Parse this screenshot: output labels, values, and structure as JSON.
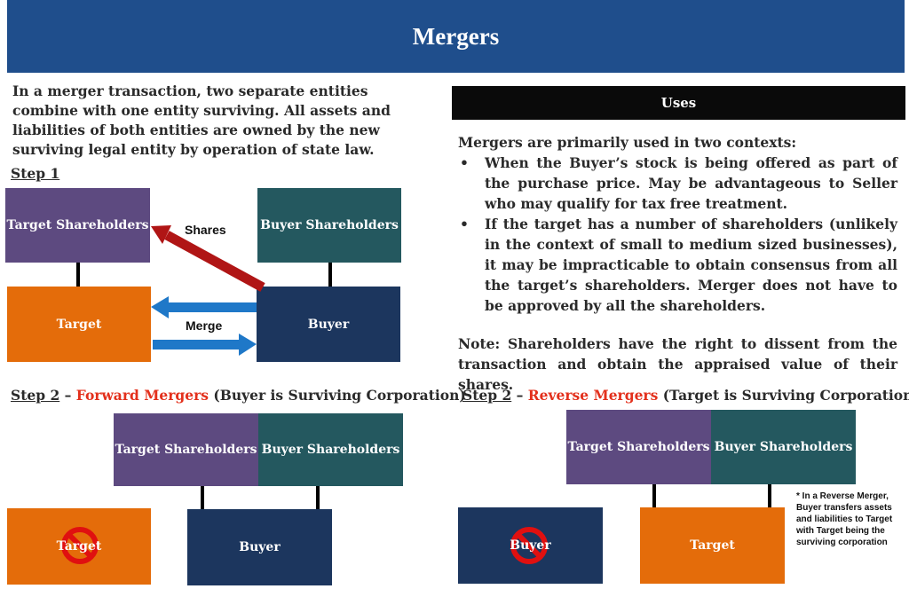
{
  "title": "Mergers",
  "intro": "In a merger transaction, two separate entities combine with one entity surviving. All assets and liabilities of both entities are owned by the new surviving legal entity by operation of state law.",
  "step1": {
    "label": "Step 1",
    "target_shareholders": "Target Shareholders",
    "buyer_shareholders": "Buyer Shareholders",
    "target": "Target",
    "buyer": "Buyer",
    "shares_label": "Shares",
    "merge_label": "Merge",
    "colors": {
      "shares_arrow": "#b01515",
      "merge_arrow": "#1f78c8"
    }
  },
  "step2_forward": {
    "step": "Step 2",
    "dash": " – ",
    "highlight": "Forward Mergers",
    "rest": " (Buyer is Surviving Corporation)",
    "target_shareholders": "Target Shareholders",
    "buyer_shareholders": "Buyer Shareholders",
    "target": "Target",
    "buyer": "Buyer",
    "eliminated_icon": "no-symbol-icon"
  },
  "step2_reverse": {
    "step": "Step 2",
    "dash": " – ",
    "highlight": "Reverse Mergers",
    "rest": " (Target is Surviving Corporation)",
    "target_shareholders": "Target Shareholders",
    "buyer_shareholders": "Buyer Shareholders",
    "target": "Target",
    "buyer": "Buyer",
    "eliminated_icon": "no-symbol-icon",
    "footnote": "* In a Reverse Merger, Buyer transfers assets and liabilities to Target with Target being the surviving corporation"
  },
  "uses": {
    "heading": "Uses",
    "lead": "Mergers are primarily used in two contexts:",
    "bullets": [
      "When the Buyer’s stock is being offered as part of the purchase price. May be advantageous to Seller who may qualify for tax free treatment.",
      "If the target has a number of shareholders (unlikely in the context of small to medium sized businesses), it may be impracticable to obtain consensus from all the target’s shareholders. Merger does not have to be approved by all the shareholders."
    ],
    "note": "Note: Shareholders have the right to dissent from the transaction and obtain the appraised value of their shares."
  },
  "colors": {
    "header": "#1f4e8c",
    "purple": "#5d4a80",
    "teal": "#24585f",
    "orange": "#e46c0a",
    "navy": "#1c365e",
    "red_text": "#e3301c",
    "no_symbol": "#e01010"
  }
}
